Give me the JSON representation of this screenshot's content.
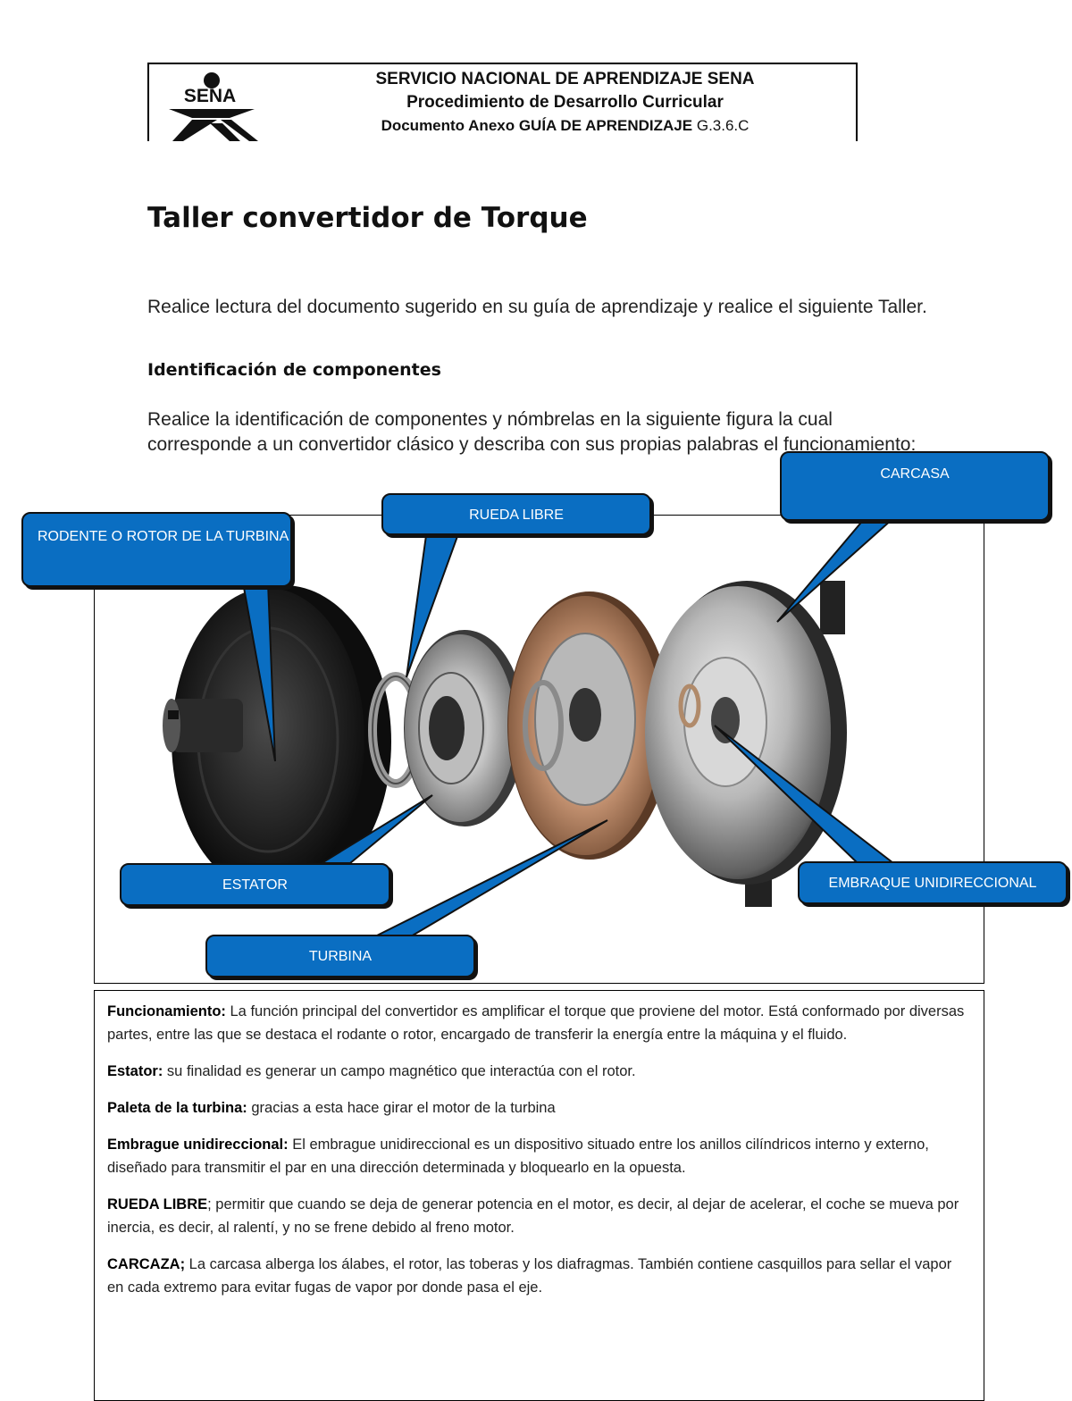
{
  "header": {
    "line1": "SERVICIO NACIONAL DE APRENDIZAJE SENA",
    "line2": "Procedimiento de Desarrollo Curricular",
    "line3": "Documento Anexo GUÍA DE APRENDIZAJE",
    "line3_code": "G.3.6.C",
    "logo_text": "SENA"
  },
  "title": "Taller convertidor de Torque",
  "intro": "Realice lectura del documento sugerido en su guía de aprendizaje y realice el siguiente Taller.",
  "subheading": "Identificación de componentes",
  "instructions": "Realice la identificación de componentes y nómbrelas en la siguiente figura la cual corresponde a un convertidor clásico y describa con sus propias palabras el funcionamiento:",
  "callouts": {
    "rodete": "RODENTE O ROTOR   DE LA TURBINA",
    "rueda_libre": "RUEDA LIBRE",
    "carcasa": "CARCASA",
    "estator": "ESTATOR",
    "turbina": "TURBINA",
    "embrague": "EMBRAQUE UNIDIRECCIONAL"
  },
  "answers": {
    "funcionamiento_label": "Funcionamiento:",
    "funcionamiento_text": " La función principal del convertidor es amplificar el torque que proviene del motor. Está conformado por diversas partes, entre las que se destaca el rodante o rotor, encargado de transferir la energía entre la máquina y el fluido.",
    "estator_label": "Estator:",
    "estator_text": " su finalidad es generar un campo magnético que interactúa con el rotor.",
    "paleta_label": "Paleta de la turbina:",
    "paleta_text": " gracias a esta hace girar el motor de la turbina",
    "embrague_label": "Embrague unidireccional:",
    "embrague_text": " El embrague unidireccional es un dispositivo situado entre los anillos cilíndricos interno y externo, diseñado para transmitir el par en una dirección determinada y bloquearlo en la opuesta.",
    "rueda_label": "RUEDA LIBRE",
    "rueda_text": "; permitir que cuando se deja de generar potencia en el motor, es decir, al dejar de acelerar, el coche se mueva por inercia, es decir, al ralentí, y no se frene debido al freno motor.",
    "carcaza_label": "CARCAZA;",
    "carcaza_text": " La carcasa alberga los álabes, el rotor, las toberas y los diafragmas. También contiene casquillos para sellar el vapor en cada extremo para evitar fugas de vapor por donde pasa el eje."
  },
  "colors": {
    "callout": "#0a6ec2",
    "border": "#111111"
  }
}
